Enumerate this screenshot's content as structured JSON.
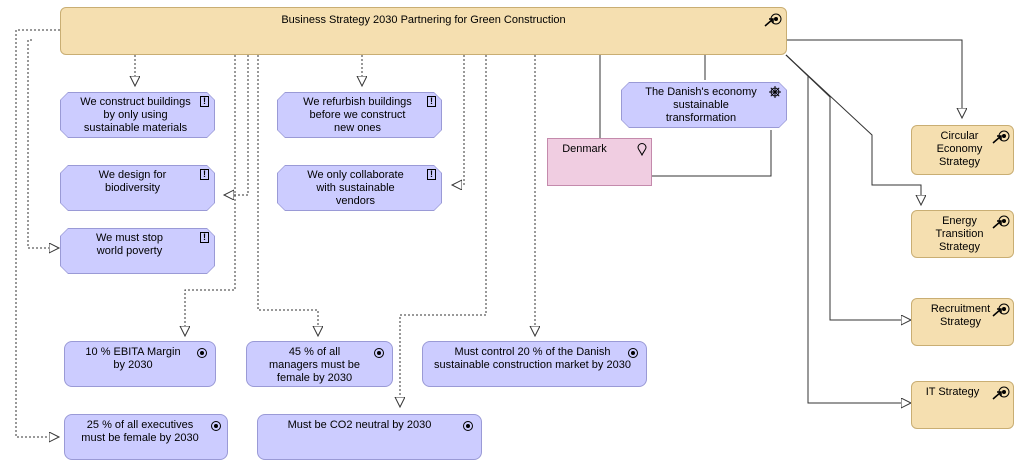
{
  "header": {
    "title": "Business Strategy 2030  Partnering for Green Construction"
  },
  "principles": {
    "p1": "We construct buildings by only using sustainable materials",
    "p2": "We design for biodiversity",
    "p3": "We must stop world poverty",
    "p4": "We refurbish buildings before we construct new ones",
    "p5": "We only collaborate with sustainable vendors"
  },
  "driver": {
    "label": "The Danish's economy sustainable transformation"
  },
  "location": {
    "label": "Denmark"
  },
  "goals": {
    "g1": "10 % EBITA Margin by 2030",
    "g2": "45 % of all managers must be female by 2030",
    "g3": "Must control 20 % of the Danish sustainable construction market by 2030",
    "g4": "25 % of all executives must be female by 2030",
    "g5": "Must be CO2 neutral by 2030"
  },
  "strategies": {
    "s1": "Circular Economy Strategy",
    "s2": "Energy Transition Strategy",
    "s3": "Recruitment Strategy",
    "s4": "IT Strategy"
  },
  "colors": {
    "strategy_fill": "#f5dfb0",
    "goal_fill": "#ccccff",
    "location_fill": "#f0cde1"
  },
  "icons": {
    "principle": "exclamation-icon",
    "goal": "target-icon",
    "driver": "wheel-icon",
    "location": "pin-icon",
    "strategy": "strategy-arrow-target-icon"
  }
}
